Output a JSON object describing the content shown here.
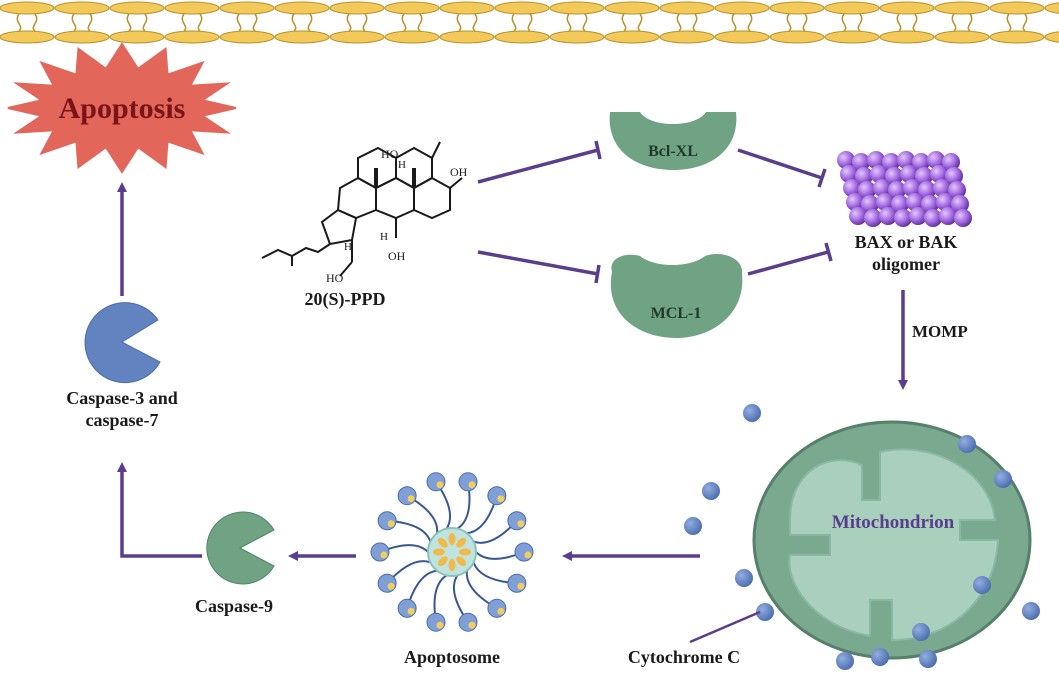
{
  "labels": {
    "apoptosis": "Apoptosis",
    "bcl_xl": "Bcl-XL",
    "mcl_1": "MCL-1",
    "compound": "20(S)-PPD",
    "bax_bak_line1": "BAX or BAK",
    "bax_bak_line2": "oligomer",
    "momp": "MOMP",
    "mitochondrion": "Mitochondrion",
    "caspase37_line1": "Caspase-3 and",
    "caspase37_line2": "caspase-7",
    "caspase9": "Caspase-9",
    "apoptosome": "Apoptosome",
    "cytochrome_c": "Cytochrome C"
  },
  "molecule_labels": {
    "ho_top": "HO",
    "oh_right": "OH",
    "h1": "H",
    "h2": "H",
    "h3": "H",
    "ho_bottom": "HO",
    "oh_bottom": "OH"
  },
  "colors": {
    "arrow": "#5b3d8e",
    "apoptosis_burst": "#e2665a",
    "apoptosis_text": "#7a1418",
    "membrane": "#f3c95a",
    "protein_green": "#6fa383",
    "caspase_blue": "#6283bf",
    "mitochondrion": "#8fb7a3",
    "mito_text": "#5b3d8e"
  },
  "icons": [
    "membrane-icon",
    "apoptosis-burst-icon",
    "bcl-xl-protein-icon",
    "mcl-1-protein-icon",
    "bax-bak-oligomer-icon",
    "mitochondrion-icon",
    "cytochrome-c-dots-icon",
    "apoptosome-icon",
    "caspase-9-icon",
    "caspase-3-7-icon",
    "ppd-molecule-icon"
  ]
}
